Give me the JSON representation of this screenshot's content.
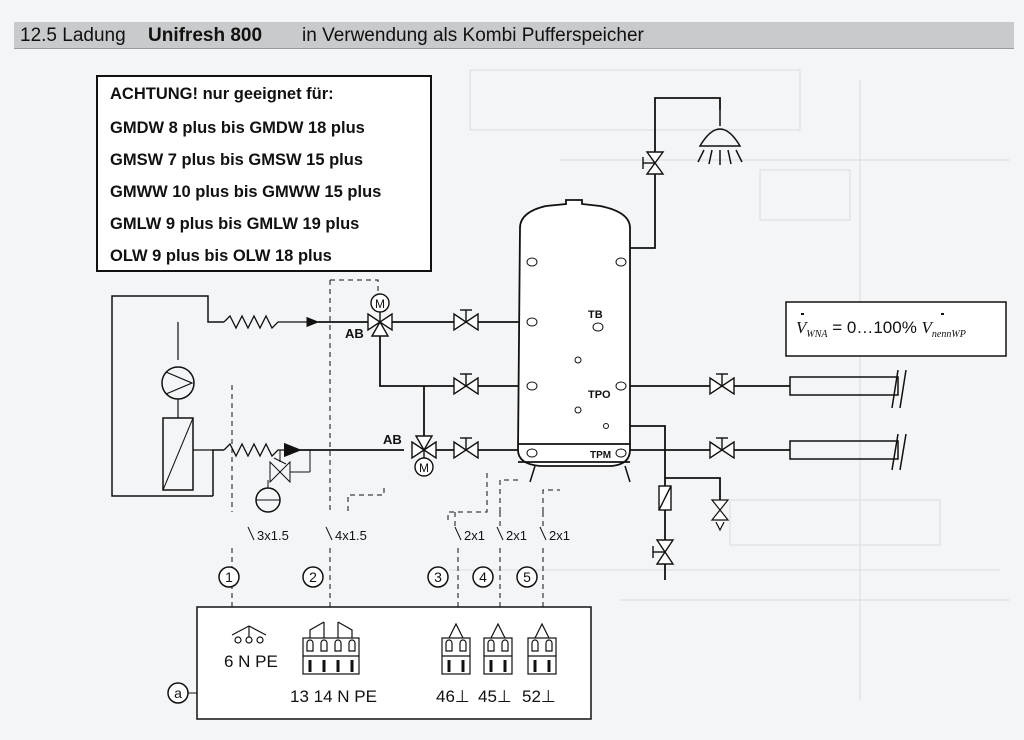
{
  "title": {
    "prefix": "12.5 Ladung",
    "product": "Unifresh 800",
    "suffix": "in Verwendung als Kombi Pufferspeicher"
  },
  "warning": {
    "heading": "ACHTUNG! nur geeignet für:",
    "rows": [
      "GMDW  8  plus  bis  GMDW   18  plus",
      "GMSW  7  plus  bis  GMSW   15  plus",
      "GMWW 10  plus  bis  GMWW  15  plus",
      "GMLW  9  plus  bis  GMLW   19  plus",
      "OLW   9   plus   bis   OLW   18   plus"
    ]
  },
  "formula": {
    "v1": "V",
    "sub1": "WNA",
    "mid": " = 0…100% ",
    "v2": "V",
    "sub2": "nennWP"
  },
  "tank_labels": {
    "tb": "TB",
    "tpo": "TPO",
    "tpm": "TPM"
  },
  "valve_labels": {
    "ab_top": "AB",
    "ab_bottom": "AB",
    "motor": "M"
  },
  "cables": [
    "3x1.5",
    "4x1.5",
    "2x1",
    "2x1",
    "2x1"
  ],
  "numbers": [
    "1",
    "2",
    "3",
    "4",
    "5"
  ],
  "terminal_box": {
    "marker": "a",
    "group1": "6 N PE",
    "group2": "13 14 N PE",
    "group3": "46⊥",
    "group4": "45⊥",
    "group5": "52⊥"
  }
}
